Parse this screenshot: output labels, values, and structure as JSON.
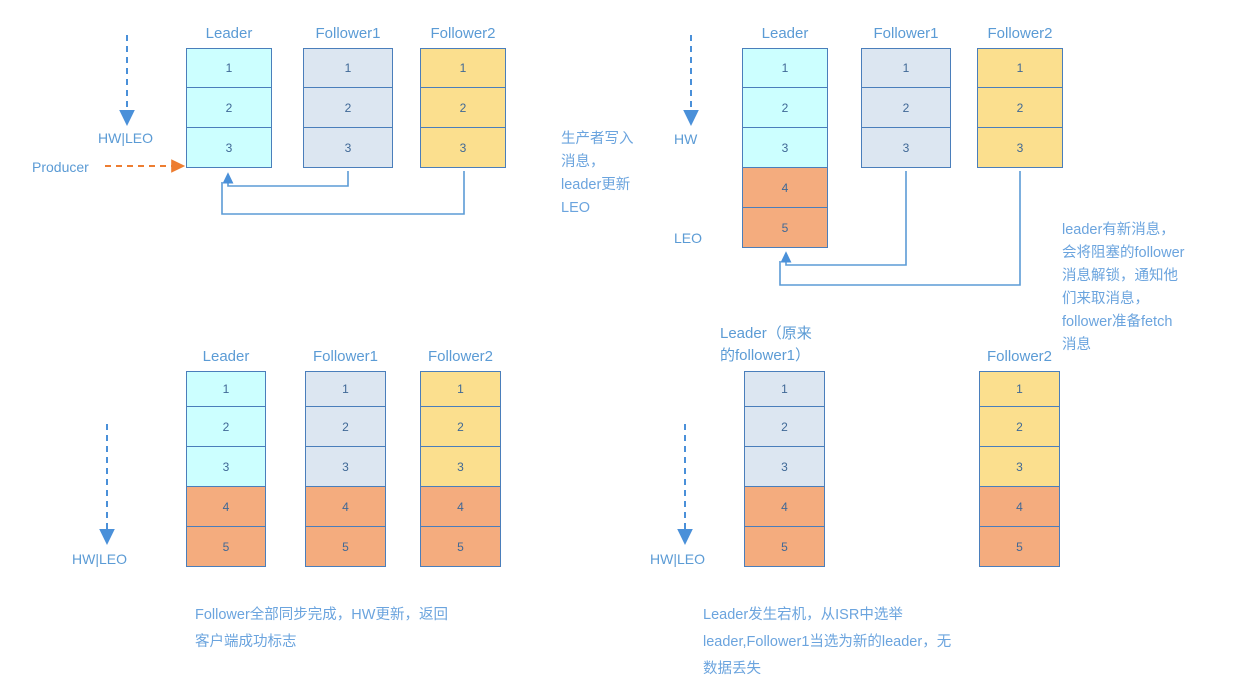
{
  "diagram": {
    "title": "Kafka HW / LEO replication and leader failover",
    "colors": {
      "cyan": "#ccffff",
      "light_blue": "#dce6f1",
      "yellow": "#fbdf8e",
      "orange": "#f4ac7e",
      "border": "#4a7ebb",
      "text_blue": "#5b9bd5",
      "note_blue": "#6ba4de",
      "producer_arrow": "#ed7d31"
    }
  },
  "panels": {
    "top_left": {
      "columns": [
        {
          "title": "Leader",
          "cells": [
            {
              "label": "1",
              "color": "cyan"
            },
            {
              "label": "2",
              "color": "cyan"
            },
            {
              "label": "3",
              "color": "cyan"
            }
          ]
        },
        {
          "title": "Follower1",
          "cells": [
            {
              "label": "1",
              "color": "blue"
            },
            {
              "label": "2",
              "color": "blue"
            },
            {
              "label": "3",
              "color": "blue"
            }
          ]
        },
        {
          "title": "Follower2",
          "cells": [
            {
              "label": "1",
              "color": "yellow"
            },
            {
              "label": "2",
              "color": "yellow"
            },
            {
              "label": "3",
              "color": "yellow"
            }
          ]
        }
      ],
      "hw_leo_label": "HW|LEO",
      "producer_label": "Producer",
      "note": "生产者写入\n消息，\nleader更新\nLEO"
    },
    "top_right": {
      "columns": [
        {
          "title": "Leader",
          "cells": [
            {
              "label": "1",
              "color": "cyan"
            },
            {
              "label": "2",
              "color": "cyan"
            },
            {
              "label": "3",
              "color": "cyan"
            },
            {
              "label": "4",
              "color": "orange"
            },
            {
              "label": "5",
              "color": "orange"
            }
          ]
        },
        {
          "title": "Follower1",
          "cells": [
            {
              "label": "1",
              "color": "blue"
            },
            {
              "label": "2",
              "color": "blue"
            },
            {
              "label": "3",
              "color": "blue"
            }
          ]
        },
        {
          "title": "Follower2",
          "cells": [
            {
              "label": "1",
              "color": "yellow"
            },
            {
              "label": "2",
              "color": "yellow"
            },
            {
              "label": "3",
              "color": "yellow"
            }
          ]
        }
      ],
      "hw_label": "HW",
      "leo_label": "LEO",
      "note": "leader有新消息，\n会将阻塞的follower\n消息解锁，通知他\n们来取消息，\nfollower准备fetch\n消息"
    },
    "bottom_left": {
      "columns": [
        {
          "title": "Leader",
          "cells": [
            {
              "label": "1",
              "color": "cyan"
            },
            {
              "label": "2",
              "color": "cyan"
            },
            {
              "label": "3",
              "color": "cyan"
            },
            {
              "label": "4",
              "color": "orange"
            },
            {
              "label": "5",
              "color": "orange"
            }
          ]
        },
        {
          "title": "Follower1",
          "cells": [
            {
              "label": "1",
              "color": "blue"
            },
            {
              "label": "2",
              "color": "blue"
            },
            {
              "label": "3",
              "color": "blue"
            },
            {
              "label": "4",
              "color": "orange"
            },
            {
              "label": "5",
              "color": "orange"
            }
          ]
        },
        {
          "title": "Follower2",
          "cells": [
            {
              "label": "1",
              "color": "yellow"
            },
            {
              "label": "2",
              "color": "yellow"
            },
            {
              "label": "3",
              "color": "yellow"
            },
            {
              "label": "4",
              "color": "orange"
            },
            {
              "label": "5",
              "color": "orange"
            }
          ]
        }
      ],
      "hw_leo_label": "HW|LEO",
      "caption": "Follower全部同步完成，HW更新，返回\n客户端成功标志"
    },
    "bottom_right": {
      "columns": [
        {
          "title": "Leader（原来\n的follower1）",
          "cells": [
            {
              "label": "1",
              "color": "blue"
            },
            {
              "label": "2",
              "color": "blue"
            },
            {
              "label": "3",
              "color": "blue"
            },
            {
              "label": "4",
              "color": "orange"
            },
            {
              "label": "5",
              "color": "orange"
            }
          ]
        },
        {
          "title": "Follower2",
          "cells": [
            {
              "label": "1",
              "color": "yellow"
            },
            {
              "label": "2",
              "color": "yellow"
            },
            {
              "label": "3",
              "color": "yellow"
            },
            {
              "label": "4",
              "color": "orange"
            },
            {
              "label": "5",
              "color": "orange"
            }
          ]
        }
      ],
      "hw_leo_label": "HW|LEO",
      "caption": "Leader发生宕机，从ISR中选举\nleader,Follower1当选为新的leader，无\n数据丢失"
    }
  }
}
